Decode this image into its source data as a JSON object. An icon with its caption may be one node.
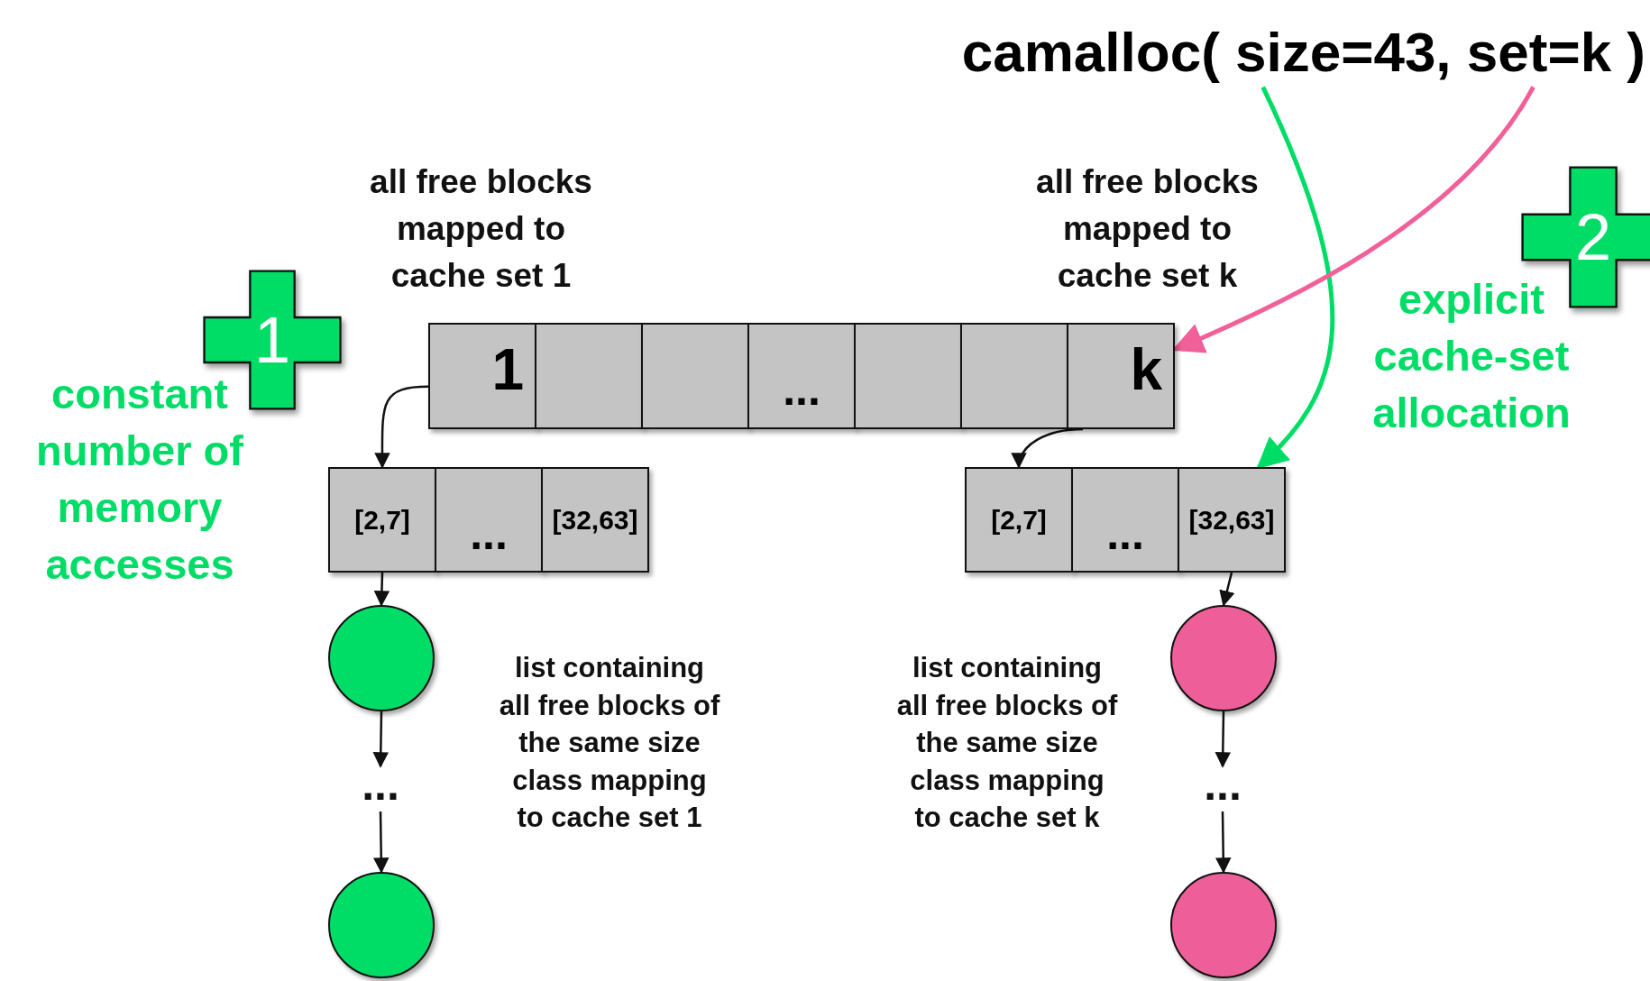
{
  "diagram": {
    "nodes": [
      {
        "text": [
          "camalloc( size=43, set=k )"
        ]
      },
      {
        "text": [
          "1"
        ]
      },
      {
        "text": [],
        "shape": "box"
      },
      {
        "text": [],
        "shape": "box"
      },
      {
        "text": [
          "..."
        ]
      },
      {
        "text": [],
        "shape": "box"
      },
      {
        "text": [],
        "shape": "box"
      },
      {
        "text": [
          "k"
        ]
      },
      {
        "text": [
          "[2,7]"
        ]
      },
      {
        "text": [
          "..."
        ]
      },
      {
        "text": [
          "[32,63]"
        ]
      },
      {
        "text": [
          "[2,7]"
        ]
      },
      {
        "text": [
          "..."
        ]
      },
      {
        "text": [
          "[32,63]"
        ]
      },
      {
        "text": [],
        "shape": "circle"
      },
      {
        "text": [
          "..."
        ]
      },
      {
        "text": [],
        "shape": "circle"
      },
      {
        "text": [],
        "shape": "circle"
      },
      {
        "text": [
          "..."
        ]
      },
      {
        "text": [],
        "shape": "circle"
      },
      {
        "text": [
          "1"
        ]
      },
      {
        "text": [
          "2"
        ]
      }
    ],
    "edges": [
      {
        "from": 0,
        "to": 13,
        "arrow": "to",
        "color": "#00dd66"
      },
      {
        "from": 0,
        "to": 7,
        "arrow": "to",
        "color": "#f2609a"
      },
      {
        "from": 1,
        "to": 8,
        "arrow": "to"
      },
      {
        "from": 7,
        "to": 11,
        "arrow": "to"
      },
      {
        "from": 8,
        "to": 14,
        "arrow": "to"
      },
      {
        "from": 14,
        "to": 15,
        "arrow": "to"
      },
      {
        "from": 15,
        "to": 16,
        "arrow": "to"
      },
      {
        "from": 13,
        "to": 17,
        "arrow": "to"
      },
      {
        "from": 17,
        "to": 18,
        "arrow": "to"
      },
      {
        "from": 18,
        "to": 19,
        "arrow": "to"
      }
    ],
    "labels": [
      "all free blocks mapped to cache set 1",
      "all free blocks mapped to cache set k",
      "constant number of memory accesses",
      "explicit cache-set allocation",
      "list containing all free blocks of the same size class mapping to cache set 1",
      "list containing all free blocks of the same size class mapping to cache set k"
    ]
  }
}
